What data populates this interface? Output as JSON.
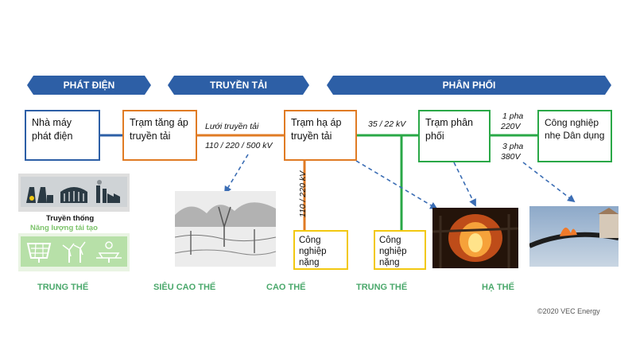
{
  "phases": {
    "generation": "PHÁT ĐIỆN",
    "transmission": "TRUYỀN TẢI",
    "distribution": "PHÂN PHỐI"
  },
  "boxes": {
    "power_plant": "Nhà máy phát điện",
    "step_up": "Trạm tăng áp truyền tải",
    "step_down": "Trạm hạ áp truyền tải",
    "distribution_station": "Trạm phân phối",
    "light_industry": "Công nghiệp nhẹ Dân dụng",
    "heavy_industry_1": "Công nghiệp nặng",
    "heavy_industry_2": "Công nghiệp nặng"
  },
  "line_labels": {
    "grid": "Lưới truyền tải",
    "grid_voltage": "110 / 220 / 500 kV",
    "vertical_voltage": "110 / 220 kV",
    "mid_voltage": "35 / 22 kV",
    "one_phase": "1 pha",
    "v220": "220V",
    "three_phase": "3 pha",
    "v380": "380V"
  },
  "sources": {
    "traditional": "Truyền thống",
    "renewable": "Năng lượng tái tạo"
  },
  "zones": {
    "medium_1": "TRUNG THẾ",
    "extra_high": "SIÊU CAO THẾ",
    "high": "CAO THẾ",
    "medium_2": "TRUNG THẾ",
    "low": "HẠ THẾ"
  },
  "copyright": "©2020 VEC Energy",
  "colors": {
    "phase_bar": "#2d5fa6",
    "plant_border": "#2d5fa6",
    "transmission": "#e07b24",
    "distribution": "#2aa847",
    "heavy_border": "#f2c811",
    "zone_text": "#4aa86b",
    "dashed_arrow": "#3b6db4"
  },
  "icons": {
    "traditional": [
      "nuclear-plant-icon",
      "hydro-dam-icon",
      "factory-plant-icon"
    ],
    "renewable": [
      "solar-panel-icon",
      "wind-turbine-icon",
      "solar-farm-icon"
    ]
  }
}
